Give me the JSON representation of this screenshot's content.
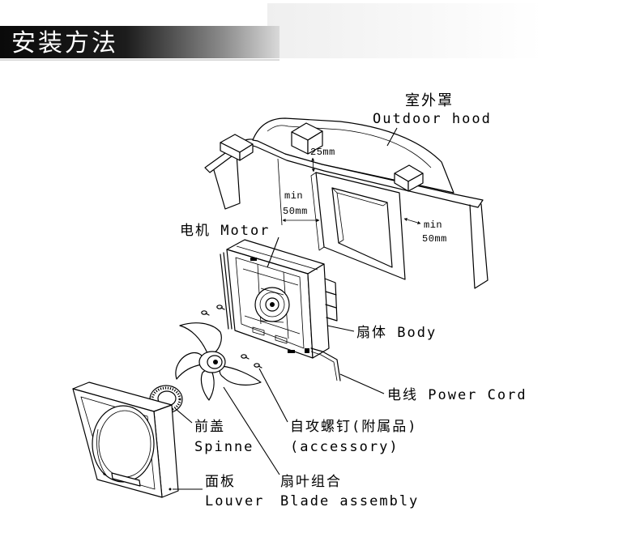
{
  "header": {
    "title": "安装方法"
  },
  "diagram": {
    "outdoor_hood": {
      "zh": "室外罩",
      "en": "Outdoor hood"
    },
    "band_gap": "25mm",
    "clearance_left": {
      "qualifier": "min",
      "value": "50mm"
    },
    "clearance_right": {
      "qualifier": "min",
      "value": "50mm"
    },
    "motor": "电机 Motor",
    "body": "扇体 Body",
    "power_cord": "电线 Power Cord",
    "screws": {
      "zh": "自攻螺钉(附属品)",
      "en": "(accessory)"
    },
    "spinner": {
      "zh": "前盖",
      "en": "Spinne"
    },
    "louver": {
      "zh": "面板",
      "en": "Louver"
    },
    "blade_assembly": {
      "zh": "扇叶组合",
      "en": "Blade assembly"
    }
  },
  "colors": {
    "header_bar": "#111111",
    "header_text": "#ffffff",
    "line_art": "#000000",
    "background": "#ffffff"
  }
}
